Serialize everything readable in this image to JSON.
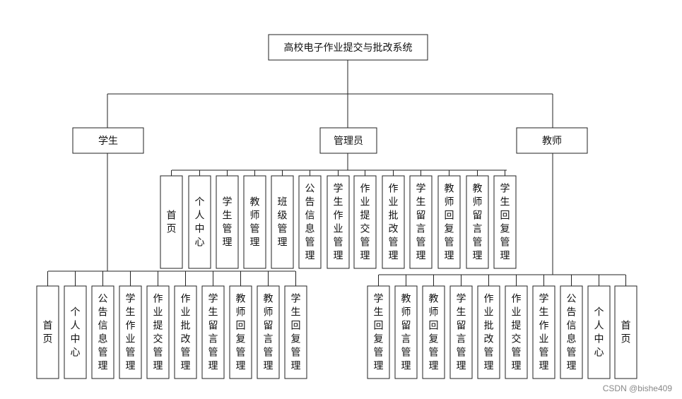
{
  "root": "高校电子作业提交与批改系统",
  "roles": {
    "student": "学生",
    "admin": "管理员",
    "teacher": "教师"
  },
  "admin_modules": [
    "首页",
    "个人中心",
    "学生管理",
    "教师管理",
    "班级管理",
    "公告信息管理",
    "学生作业管理",
    "作业提交管理",
    "作业批改管理",
    "学生留言管理",
    "教师回复管理",
    "教师留言管理",
    "学生回复管理"
  ],
  "student_modules": [
    "首页",
    "个人中心",
    "公告信息管理",
    "学生作业管理",
    "作业提交管理",
    "作业批改管理",
    "学生留言管理",
    "教师回复管理",
    "教师留言管理",
    "学生回复管理"
  ],
  "teacher_modules": [
    "学生回复管理",
    "教师留言管理",
    "教师回复管理",
    "学生留言管理",
    "作业批改管理",
    "作业提交管理",
    "学生作业管理",
    "公告信息管理",
    "个人中心",
    "首页"
  ],
  "watermark": "CSDN @bishe409"
}
